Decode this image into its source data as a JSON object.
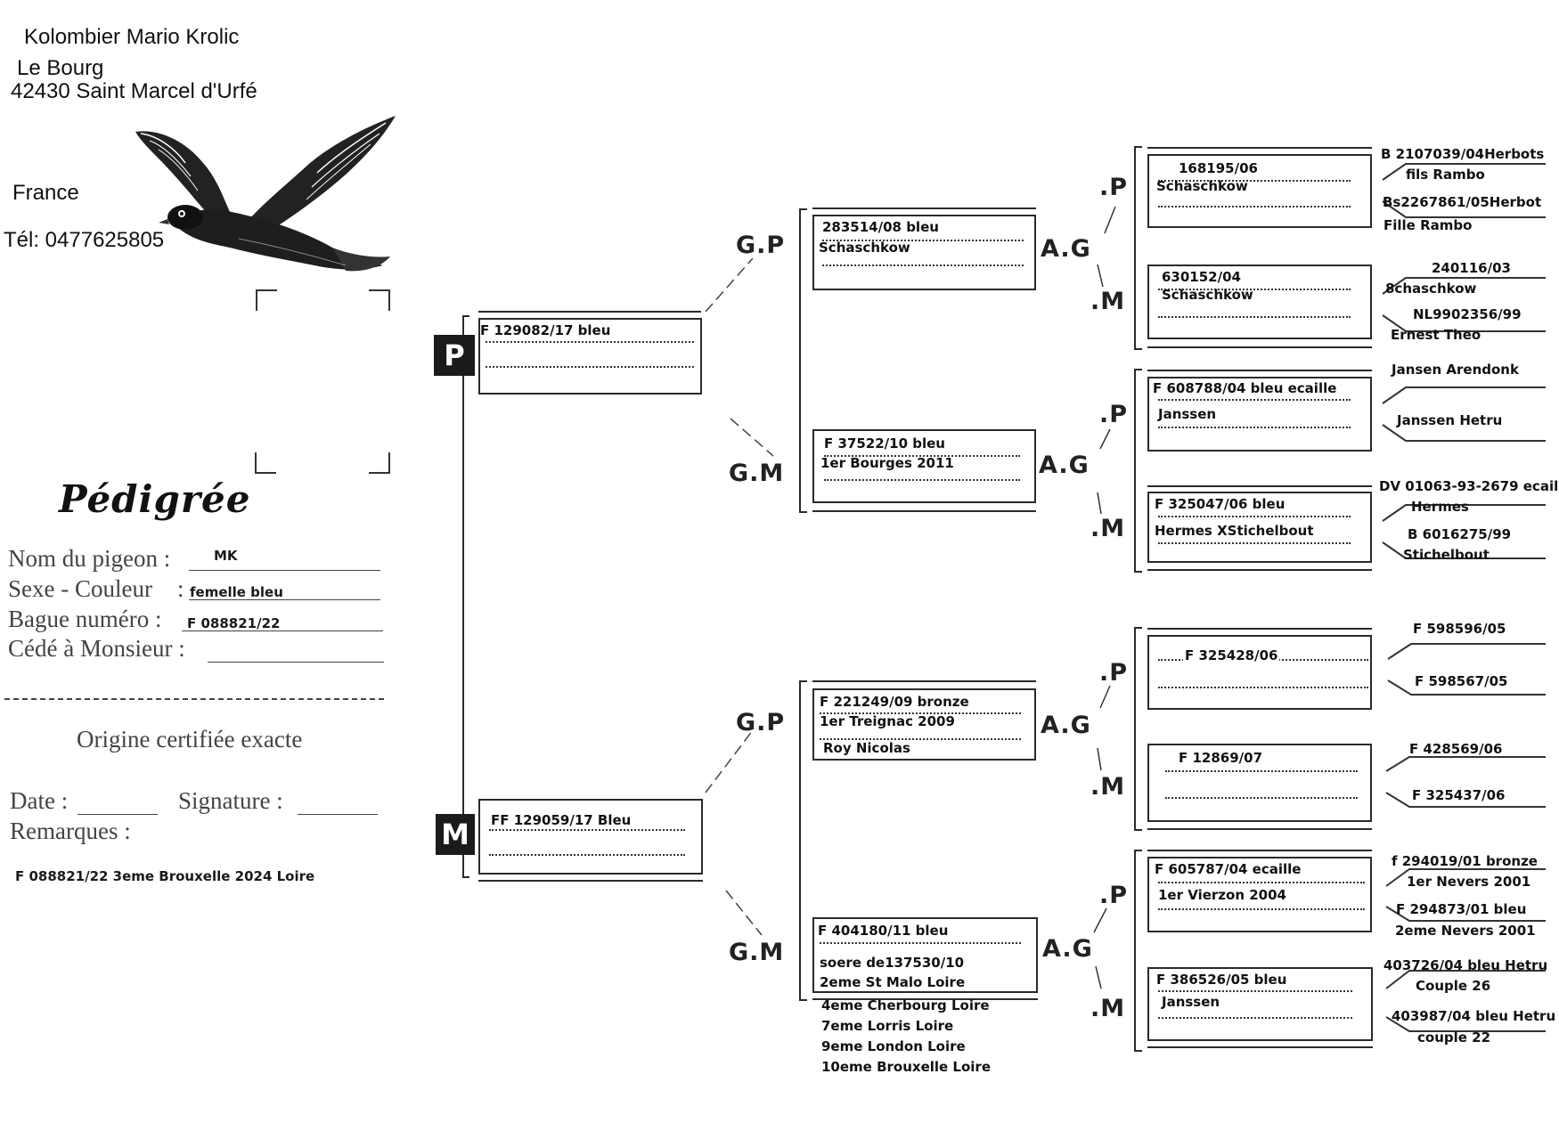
{
  "header": {
    "loft_name": "Kolombier Mario Krolic",
    "address_line1": "Le Bourg",
    "address_line2": "42430 Saint Marcel d'Urfé",
    "country": "France",
    "phone": "Tél: 0477625805"
  },
  "title": "Pédigrée",
  "form": {
    "name_label": "Nom du pigeon :",
    "name_value": "MK",
    "sex_color_label": "Sexe - Couleur",
    "sex_color_sep": ":",
    "sex_color_value": "femelle bleu",
    "ring_label": "Bague numéro :",
    "ring_value": "F 088821/22",
    "transferred_label": "Cédé à Monsieur :",
    "transferred_value": "",
    "certified": "Origine certifiée exacte",
    "date_label": "Date :",
    "signature_label": "Signature :",
    "remarks_label": "Remarques :",
    "remarks_value": "F 088821/22 3eme Brouxelle 2024 Loire"
  },
  "labels": {
    "father_badge": "P",
    "mother_badge": "M",
    "grandfather": "G.P",
    "grandmother": "G.M",
    "great_grandparents": "A.G",
    "gg_father": ".P",
    "gg_mother": ".M"
  },
  "pedigree": {
    "father": {
      "lines": [
        "F 129082/17 bleu",
        ""
      ],
      "grandfather": {
        "lines": [
          "283514/08 bleu",
          "Schaschkow"
        ],
        "gg_father": {
          "lines": [
            "168195/06",
            "Schaschkow"
          ],
          "parents": [
            "B 2107039/04Herbots",
            "fils Rambo",
            "Bs2267861/05Herbot",
            "Fille  Rambo"
          ]
        },
        "gg_mother": {
          "lines": [
            "630152/04",
            "Schaschkow"
          ],
          "parents": [
            "240116/03",
            "8chaschkow",
            "NL9902356/99",
            "Ernest Theo"
          ]
        }
      },
      "grandmother": {
        "lines": [
          "F 37522/10 bleu",
          "1er Bourges 2011"
        ],
        "gg_father": {
          "lines": [
            "F 608788/04 bleu ecaille",
            "Janssen"
          ],
          "parents": [
            "Jansen Arendonk",
            "",
            "Janssen Hetru",
            ""
          ]
        },
        "gg_mother": {
          "lines": [
            "F 325047/06 bleu",
            "Hermes XStichelbout"
          ],
          "parents": [
            "DV 01063-93-2679 ecaill",
            "Hermes",
            "B 6016275/99",
            "Stichelbout"
          ]
        }
      }
    },
    "mother": {
      "lines": [
        "FF 129059/17 Bleu",
        ""
      ],
      "grandfather": {
        "lines": [
          "F 221249/09 bronze",
          "1er Treignac 2009",
          "Roy Nicolas"
        ],
        "gg_father": {
          "lines": [
            "F 325428/06",
            ""
          ],
          "parents": [
            "F 598596/05",
            "",
            "F 598567/05",
            ""
          ]
        },
        "gg_mother": {
          "lines": [
            "F 12869/07",
            ""
          ],
          "parents": [
            "F 428569/06",
            "",
            "F 325437/06",
            ""
          ]
        }
      },
      "grandmother": {
        "lines": [
          "F 404180/11 bleu",
          "soere de137530/10",
          "2eme St Malo Loire"
        ],
        "extra_results": [
          "4eme Cherbourg Loire",
          "7eme Lorris Loire",
          "9eme London Loire",
          "10eme Brouxelle Loire"
        ],
        "gg_father": {
          "lines": [
            "F 605787/04 ecaille",
            "1er Vierzon 2004"
          ],
          "parents": [
            "f 294019/01 bronze",
            "1er Nevers 2001",
            "F 294873/01 bleu",
            "2eme Nevers 2001"
          ]
        },
        "gg_mother": {
          "lines": [
            "F 386526/05 bleu",
            "Janssen"
          ],
          "parents": [
            "403726/04 bleu Hetru",
            "Couple 26",
            "403987/04 bleu Hetru",
            "couple 22"
          ]
        }
      }
    }
  },
  "icons": {
    "logo": "flying-pigeon-illustration"
  }
}
